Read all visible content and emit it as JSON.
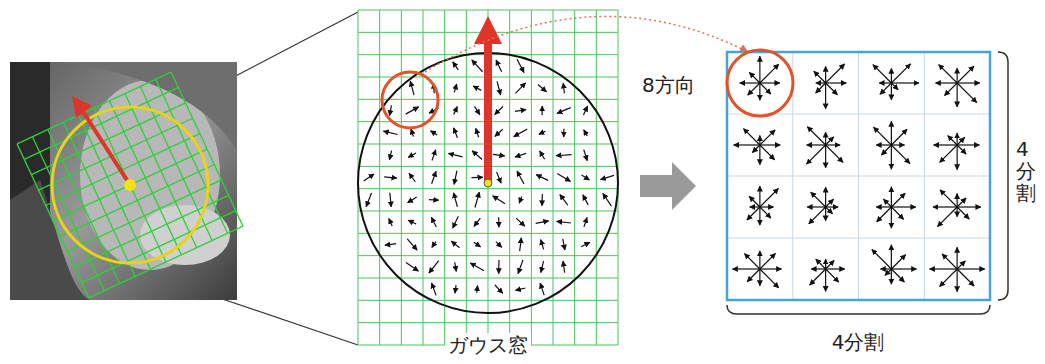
{
  "diagram": {
    "labels": [
      "8方向",
      "ガウス窓",
      "4分割",
      "4分割"
    ]
  }
}
